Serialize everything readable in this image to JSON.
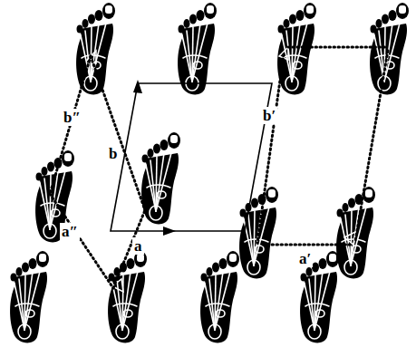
{
  "diagram": {
    "labels": [
      "b″",
      "b",
      "b′",
      "a′",
      "a″",
      "a"
    ]
  }
}
